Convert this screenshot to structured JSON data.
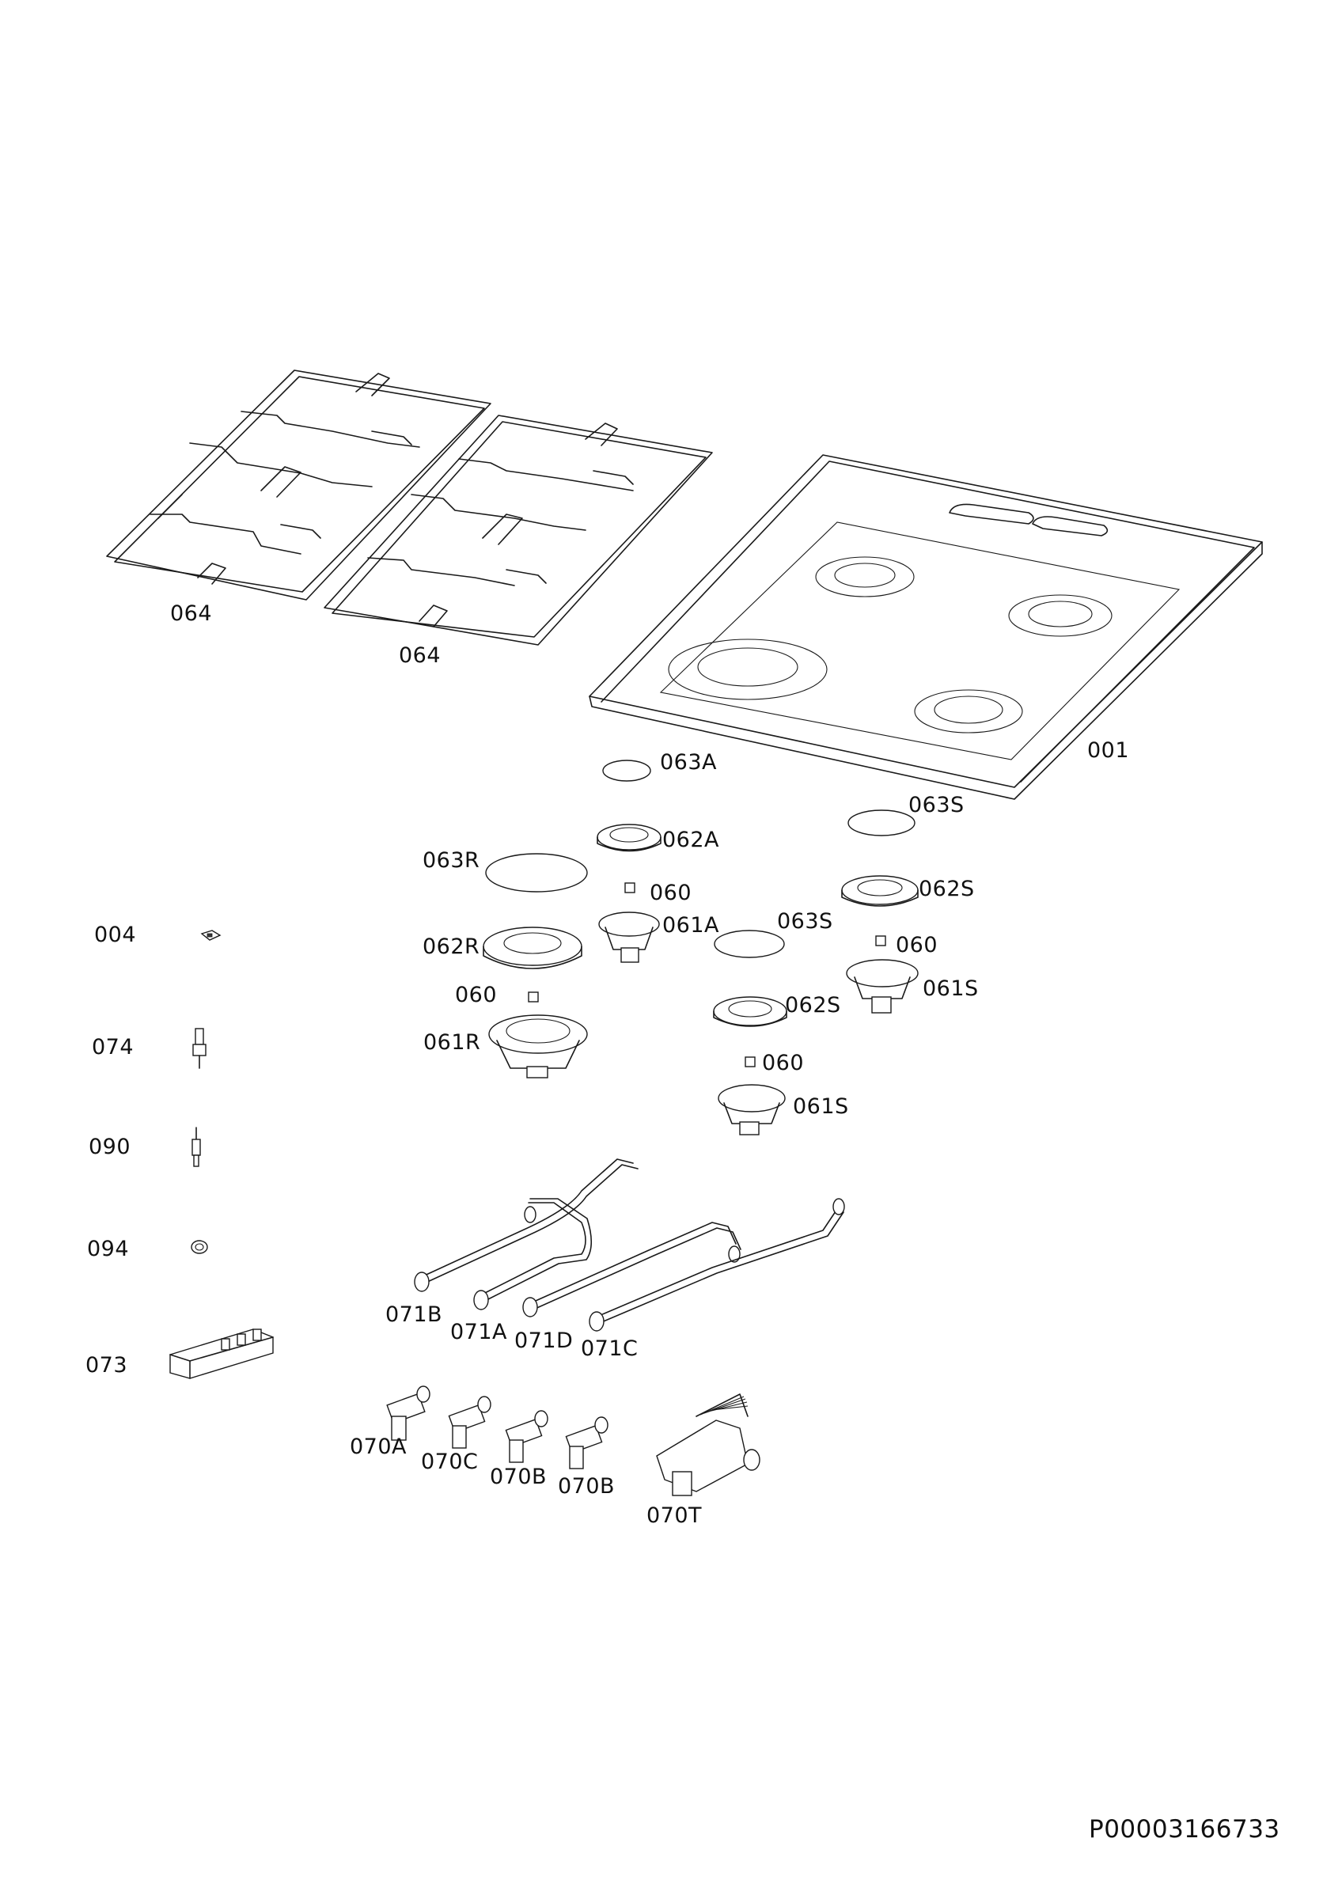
{
  "colors": {
    "background": "#ffffff",
    "line": "#1a1a1a"
  },
  "labels": {
    "l064a": "064",
    "l064b": "064",
    "l001": "001",
    "l063A": "063A",
    "l063S_top": "063S",
    "l062A": "062A",
    "l063R": "063R",
    "l060_a": "060",
    "l062S_top": "062S",
    "l004": "004",
    "l061A": "061A",
    "l063S_mid": "063S",
    "l060_b": "060",
    "l062R": "062R",
    "l061S_right": "061S",
    "l060_c": "060",
    "l062S_mid": "062S",
    "l074": "074",
    "l061R": "061R",
    "l060_d": "060",
    "l061S_low": "061S",
    "l090": "090",
    "l094": "094",
    "l071B": "071B",
    "l071A": "071A",
    "l071D": "071D",
    "l071C": "071C",
    "l073": "073",
    "l070A": "070A",
    "l070C": "070C",
    "l070B_a": "070B",
    "l070B_b": "070B",
    "l070T": "070T"
  },
  "document_id": "P00003166733"
}
